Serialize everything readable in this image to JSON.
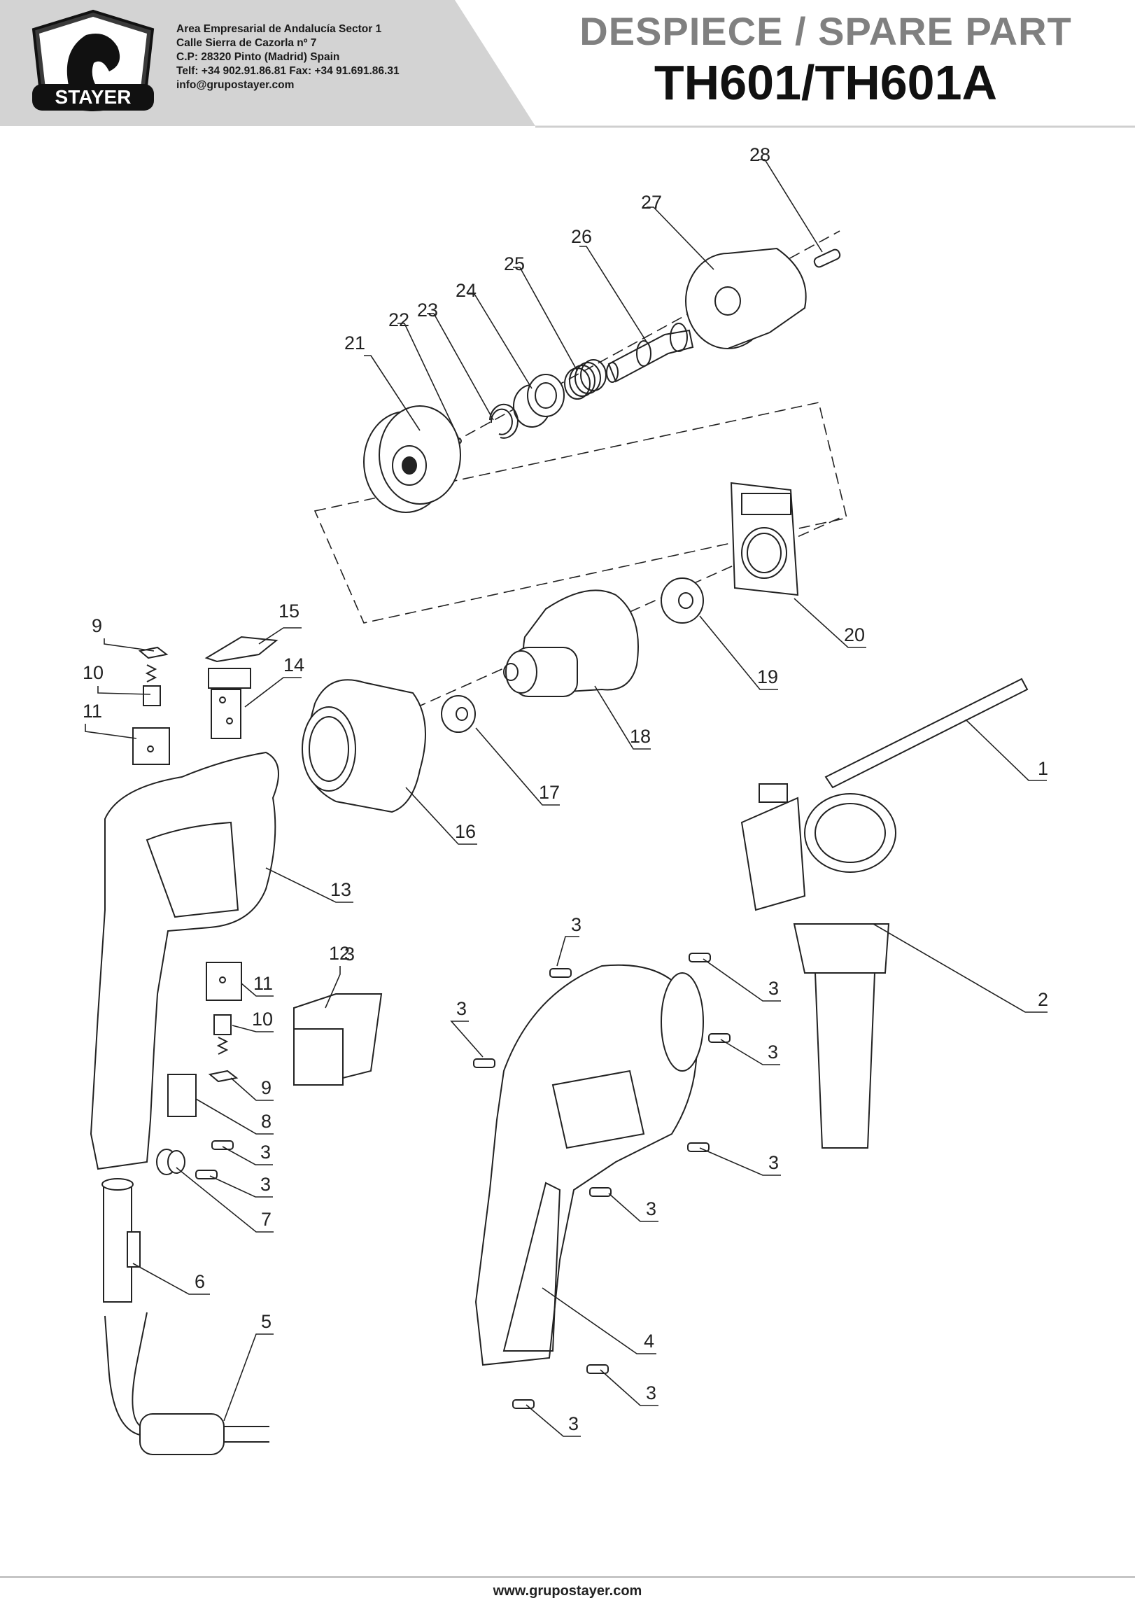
{
  "brand": {
    "logo_text": "STAYER"
  },
  "company": {
    "lines": [
      "Area Empresarial de Andalucía Sector 1",
      "Calle Sierra de Cazorla nº 7",
      "C.P: 28320 Pinto (Madrid) Spain",
      "Telf: +34 902.91.86.81 Fax: +34 91.691.86.31",
      "info@grupostayer.com"
    ]
  },
  "heading": {
    "title": "DESPIECE / SPARE PART",
    "model": "TH601/TH601A"
  },
  "callouts": {
    "c1": "1",
    "c2": "2",
    "c3a": "3",
    "c3b": "3",
    "c3c": "3",
    "c3d": "3",
    "c3e": "3",
    "c3f": "3",
    "c3g": "3",
    "c3h": "3",
    "c3i": "3",
    "c3j": "3",
    "c3k": "3",
    "c4": "4",
    "c5": "5",
    "c6": "6",
    "c7": "7",
    "c8": "8",
    "c9a": "9",
    "c9b": "9",
    "c10a": "10",
    "c10b": "10",
    "c11a": "11",
    "c11b": "11",
    "c12": "12",
    "c13": "13",
    "c14": "14",
    "c15": "15",
    "c16": "16",
    "c17": "17",
    "c18": "18",
    "c19": "19",
    "c20": "20",
    "c21": "21",
    "c22": "22",
    "c23": "23",
    "c24": "24",
    "c25": "25",
    "c26": "26",
    "c27": "27",
    "c28": "28"
  },
  "footer": {
    "url": "www.grupostayer.com"
  }
}
